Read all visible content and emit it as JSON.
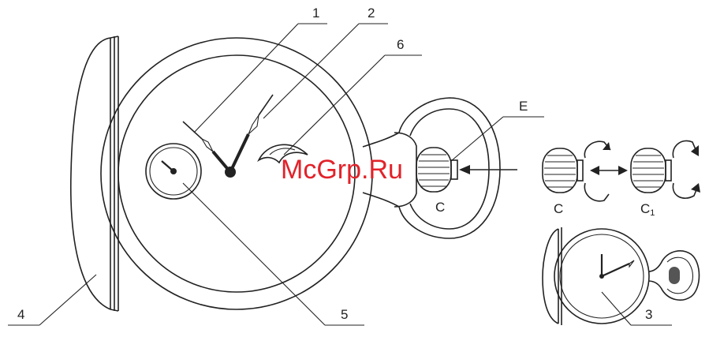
{
  "callouts": {
    "c1": "1",
    "c2": "2",
    "c3": "3",
    "c4": "4",
    "c5": "5",
    "c6": "6",
    "cE": "E"
  },
  "crown_positions": {
    "main": "C",
    "left": "C",
    "right_letter": "C",
    "right_sub": "1"
  },
  "watermark": "McGrp.Ru",
  "colors": {
    "line": "#222222",
    "watermark": "#e2222a"
  }
}
